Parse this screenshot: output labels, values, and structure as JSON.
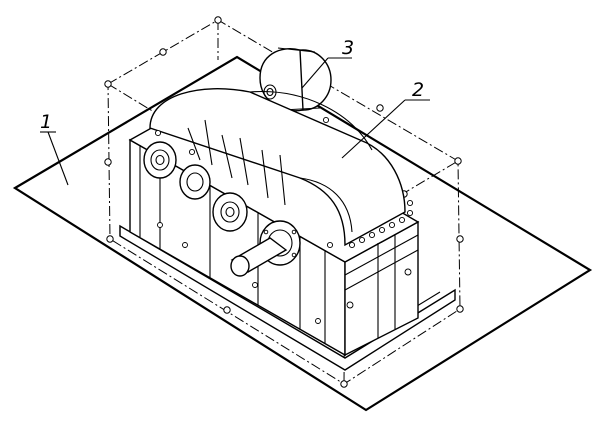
{
  "diagram": {
    "callouts": [
      {
        "id": "base-plate",
        "label": "1"
      },
      {
        "id": "gearbox-housing",
        "label": "2"
      },
      {
        "id": "motor-pulley",
        "label": "3"
      }
    ]
  }
}
